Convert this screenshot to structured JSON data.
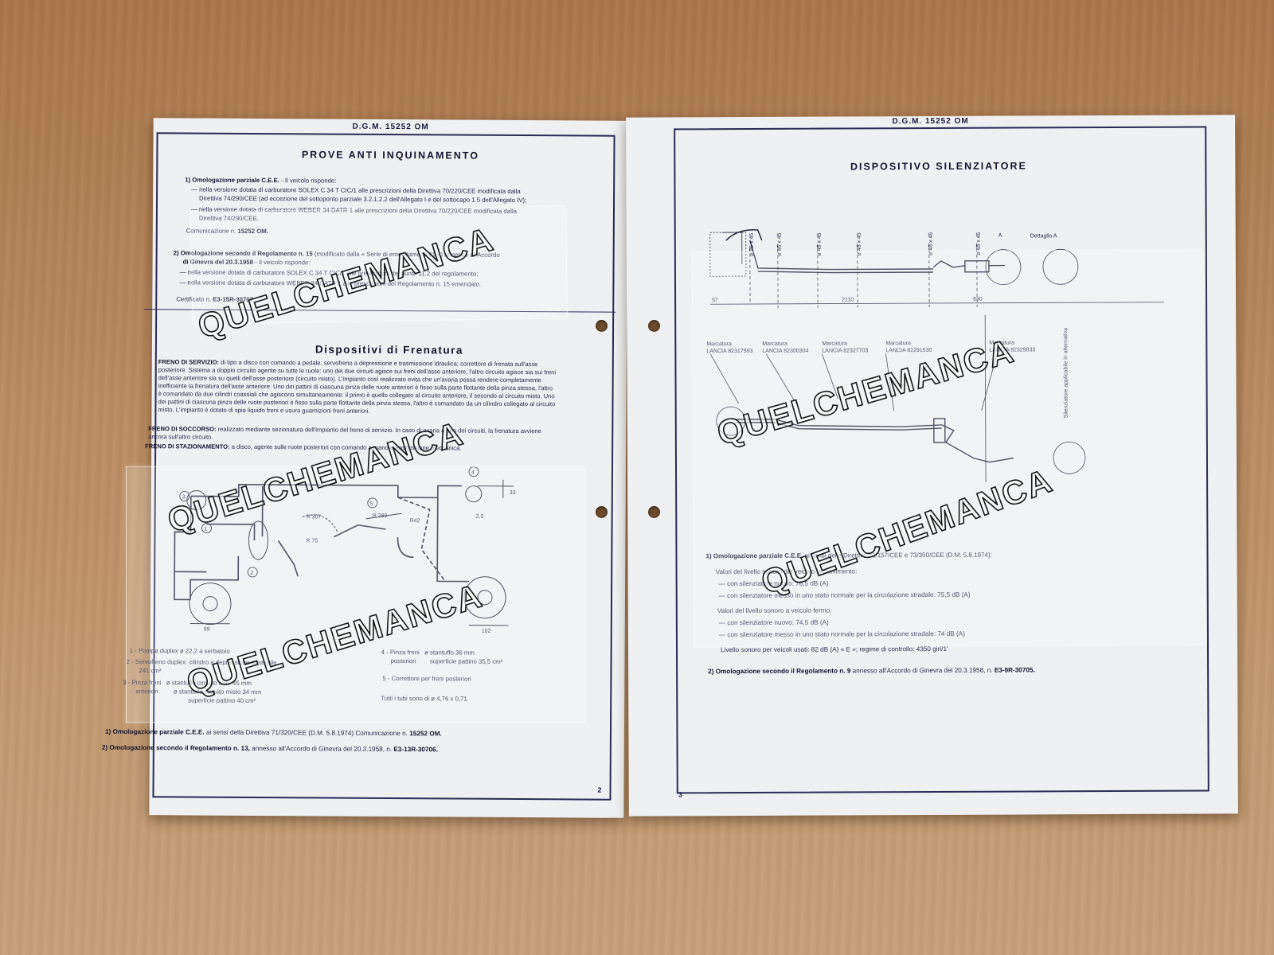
{
  "left_page": {
    "header": "D.G.M. 15252 OM",
    "section1": {
      "title": "PROVE ANTI INQUINAMENTO",
      "item1_lead": "1) Omologazione parziale C.E.E.",
      "item1_rest": " - Il veicolo risponde:",
      "bullet1a": "— nella versione dotata di carburatore SOLEX C 34 T CIC/1 alle prescrizioni della Direttiva 70/220/CEE modificata dalla",
      "bullet1a2": "Direttiva 74/290/CEE (ad eccezione del sottoponto parziale 3.2.1.2.2 dell'Allegato I e del sottocapo 1.5 dell'Allegato IV);",
      "bullet1b": "— nella versione dotata di carburatore WEBER 34 DATR 1 alle prescrizioni della Direttiva 70/220/CEE modificata dalla",
      "bullet1b2": "Direttiva 74/290/CEE.",
      "communication_label": "Comunicazione n. ",
      "communication_value": "15252 OM.",
      "item2_lead": "2) Omologazione secondo il Regolamento n. 15",
      "item2_rest": " (modificato dalla « Serie di emendamenti 01 ») annesso all'Accordo",
      "item2_line2": "di Ginevra del 20.3.1958",
      "item2_line2_rest": " - Il veicolo risponde:",
      "bullet2a": "— nella versione dotata di carburatore SOLEX C 34 T CIC/1 alle prescrizioni del punto 11.2 del regolamento;",
      "bullet2b": "— nella versione dotata di carburatore WEBER 34 DATR 1 alle prescrizioni del Regolamento n. 15 emendato.",
      "certificate_label": "Certificato n. ",
      "certificate_value": "E3-15R-30707."
    },
    "section2": {
      "title": "Dispositivi di Frenatura",
      "service_label": "FRENO DI SERVIZIO:",
      "service_text": " di tipo a disco con comando a pedale, servofreno a depressione e trasmissione idraulica; correttore di frenata sull'asse posteriore. Sistema a doppio circuito agente su tutte le ruote: uno dei due circuiti agisce sui freni dell'asse anteriore, l'altro circuito agisce sia sui freni dell'asse anteriore sia su quelli dell'asse posteriore (circuito misto). L'impianto così realizzato evita che un'avaria possa rendere completamente inefficiente la frenatura dell'asse anteriore. Uno dei pattini di ciascuna pinza delle ruote anteriori è fisso sulla parte flottante della pinza stessa, l'altro è comandato da due cilindri coassiali che agiscono simultaneamente: il primo è quello collegato al circuito anteriore, il secondo al circuito misto. Uno dei pattini di ciascuna pinza delle ruote posteriori è fisso sulla parte flottante della pinza stessa, l'altro è comandato da un cilindro collegato al circuito misto. L'impianto è dotato di spia liquido freni e usura guarnizioni freni anteriori.",
      "emergency_label": "FRENO DI SOCCORSO:",
      "emergency_text": " realizzato mediante sezionatura dell'impianto del freno di servizio. In caso di avaria a uno dei circuiti, la frenatura avviene ancora sull'altro circuito.",
      "parking_label": "FRENO DI STAZIONAMENTO:",
      "parking_text": " a disco, agente sulle ruote posteriori con comando a mano e trasmissione meccanica.",
      "diagram_labels": {
        "n1": "1",
        "n2": "2",
        "n3": "3",
        "n4": "4",
        "n5": "5",
        "r307": "R 307",
        "r75": "R 75",
        "r280": "R 280",
        "r42": "R42",
        "d25": "2,5",
        "d33": "33",
        "d99": "99",
        "d102": "102"
      },
      "legend": [
        "1 - Pompa duplex ø 22,2 a serbatoio",
        "2 - Servofreno duplex: cilindro a depressione area utile",
        "241 cm²",
        "3 - Pinza freni   ø stantuffo circuito ant.  45 mm",
        "anteriori         ø stantuffo circuito misto 34 mm",
        "superficie pattino 40 cm²",
        "4 - Pinza freni   ø stantuffo 36 mm",
        "posteriori        superficie pattino 35,5 cm²",
        "5 - Correttore per freni posteriori",
        "Tutti i tubi sono di ø 4,76 x 0,71."
      ],
      "footer1_lead": "1) Omologazione parziale C.E.E.",
      "footer1_rest": " ai sensi della Direttiva 71/320/CEE (D.M. 5.8.1974) Comunicazione n. ",
      "footer1_value": "15252 OM.",
      "footer2_lead": "2) Omologazione secondo il Regolamento n. 13,",
      "footer2_rest": " annesso all'Accordo di Ginevra del 20.3.1958, n. ",
      "footer2_value": "E3-13R-30706."
    },
    "page_number": "2"
  },
  "right_page": {
    "header": "D.G.M. 15252 OM",
    "title": "DISPOSITIVO SILENZIATORE",
    "diagram_labels": {
      "detail": "Dettaglio A",
      "a": "A",
      "dim57": "57",
      "dim2110": "2110",
      "dim630": "630",
      "marking_label": "Marcatura",
      "markings": [
        "LANCIA 82317593",
        "LANCIA 82300304",
        "LANCIA 82327703",
        "LANCIA 82291530",
        "LANCIA 82329833"
      ],
      "side_note": "Silenziatore applicabile in alternativa",
      "pipe_sizes": [
        "ø 35 x 45",
        "ø 45 x 45",
        "ø 45 x 45",
        "ø 45 x 45",
        "ø 45 x 45",
        "ø 45 x 45"
      ]
    },
    "item1_lead": "1) Omologazione parziale C.E.E.",
    "item1_rest": " ai sensi delle Direttive 70/157/CEE e 73/350/CEE (D.M. 5.8.1974):",
    "lines": [
      "Valori del livello sonoro del veicolo in movimento:",
      "— con silenziatore nuovo: 76,5 dB (A)",
      "— con silenziatore messo in uno stato normale per la circolazione stradale: 75,5 dB (A)",
      "Valori del livello sonoro a veicolo fermo:",
      "— con silenziatore nuovo: 74,5 dB (A)",
      "— con silenziatore messo in uno stato normale per la circolazione stradale: 74 dB (A)",
      "Livello sonoro per veicoli usati: 82 dB (A) « E »; regime di controllo: 4350 giri/1'"
    ],
    "item2_lead": "2) Omologazione secondo il Regolamento n. 9",
    "item2_rest": " annesso all'Accordo di Ginevra del 20.3.1958, n. ",
    "item2_value": "E3-9R-30705.",
    "page_number": "3"
  },
  "watermark": "QUELCHEMANCA"
}
